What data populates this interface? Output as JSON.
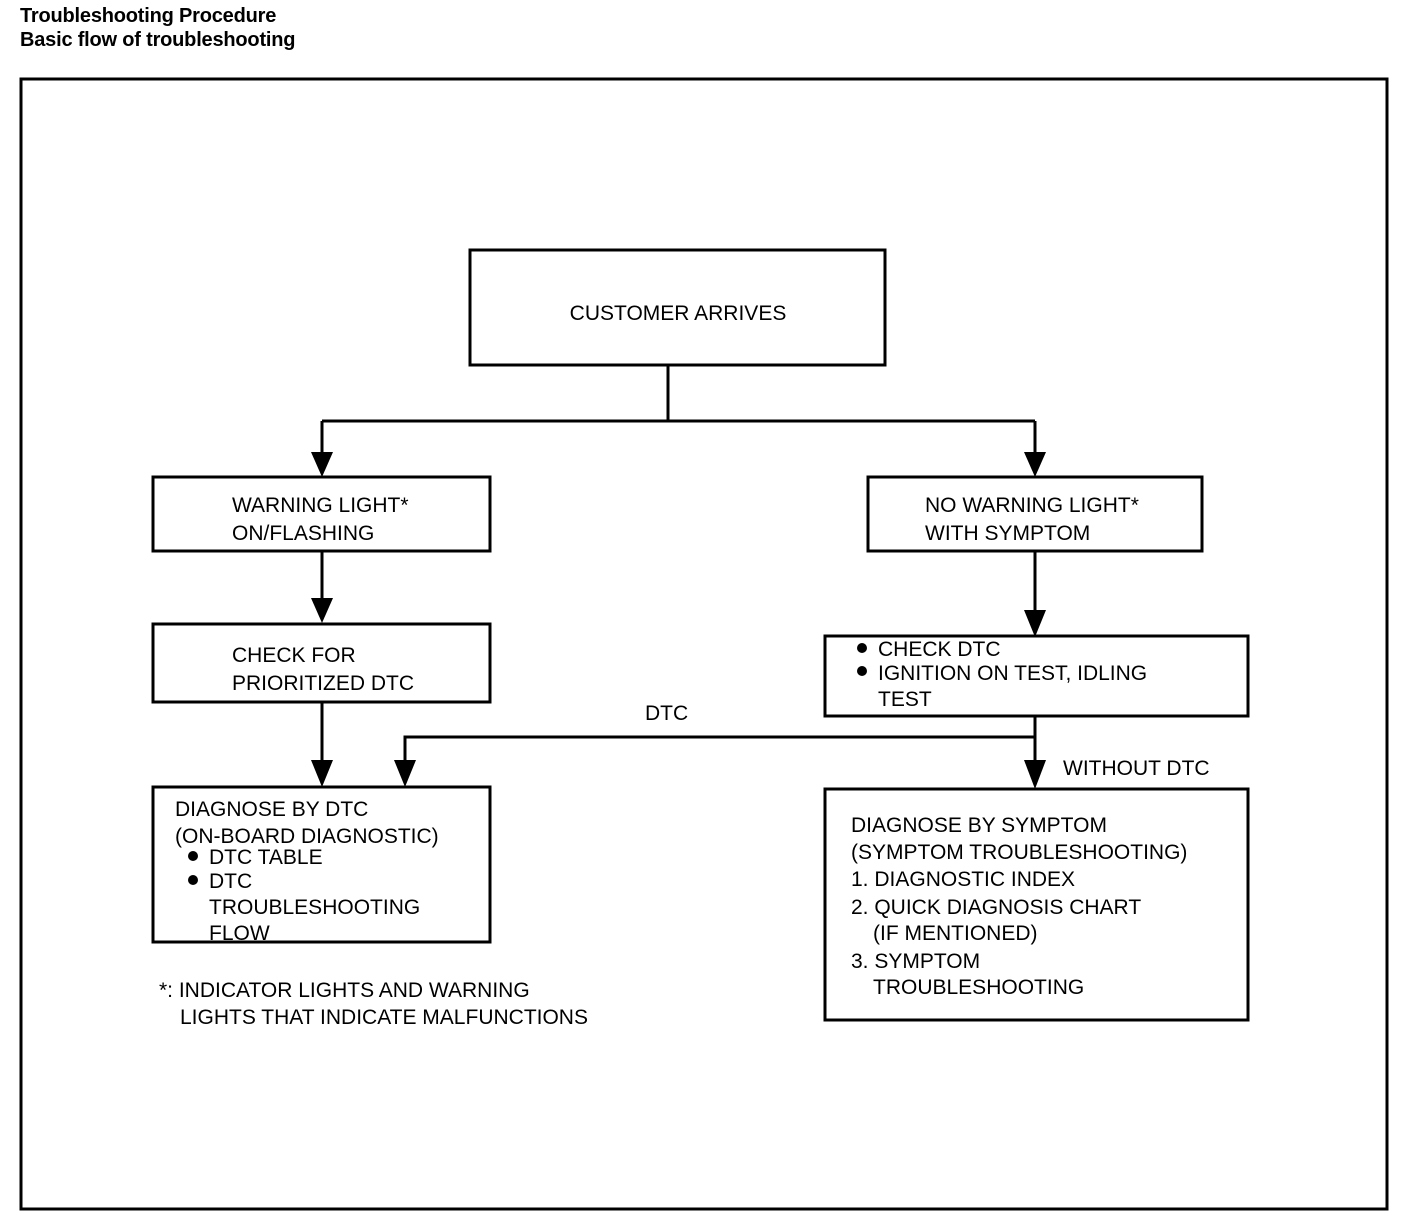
{
  "document": {
    "title_line1": "Troubleshooting Procedure",
    "title_line2": "Basic flow of troubleshooting"
  },
  "chart_data": {
    "type": "diagram",
    "diagram_kind": "flowchart",
    "title": "Basic flow of troubleshooting",
    "nodes": [
      {
        "id": "customer_arrives",
        "label": "CUSTOMER ARRIVES"
      },
      {
        "id": "warning_light",
        "label_line1": "WARNING LIGHT*",
        "label_line2": "ON/FLASHING"
      },
      {
        "id": "no_warning_light",
        "label_line1": "NO WARNING LIGHT*",
        "label_line2": "WITH SYMPTOM"
      },
      {
        "id": "check_prioritized",
        "label_line1": "CHECK FOR",
        "label_line2": "PRIORITIZED DTC"
      },
      {
        "id": "check_dtc",
        "bullet1": "CHECK DTC",
        "bullet2_line1": "IGNITION ON TEST, IDLING",
        "bullet2_line2": "TEST"
      },
      {
        "id": "diagnose_by_dtc",
        "line1": "DIAGNOSE BY DTC",
        "line2": "(ON-BOARD DIAGNOSTIC)",
        "bullet1": "DTC TABLE",
        "bullet2_line1": "DTC",
        "bullet2_line2": "TROUBLESHOOTING",
        "bullet2_line3": "FLOW"
      },
      {
        "id": "diagnose_by_symptom",
        "line1": "DIAGNOSE BY SYMPTOM",
        "line2": "(SYMPTOM TROUBLESHOOTING)",
        "item1": "1. DIAGNOSTIC INDEX",
        "item2": "2. QUICK DIAGNOSIS CHART",
        "item2_cont": "(IF MENTIONED)",
        "item3": "3. SYMPTOM",
        "item3_cont": "TROUBLESHOOTING"
      }
    ],
    "edge_labels": {
      "dtc": "DTC",
      "without_dtc": "WITHOUT DTC"
    },
    "footnote_line1": "*: INDICATOR LIGHTS AND WARNING",
    "footnote_line2": "LIGHTS THAT INDICATE MALFUNCTIONS",
    "colors": {
      "line": "#000000",
      "background": "#ffffff",
      "text": "#000000"
    }
  }
}
